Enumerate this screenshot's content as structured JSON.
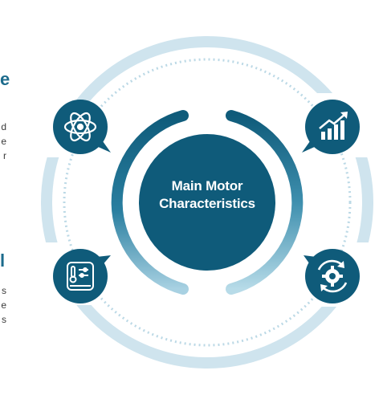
{
  "center": {
    "line1": "Main Motor",
    "line2": "Characteristics"
  },
  "left_edge": {
    "heading_top": "e",
    "text_top": [
      "d",
      "e",
      "r"
    ],
    "heading_bottom": "l",
    "text_bottom": [
      "s",
      "e",
      "s"
    ]
  },
  "features": [
    {
      "icon": "atom-icon"
    },
    {
      "icon": "growth-chart-icon"
    },
    {
      "icon": "control-panel-icon"
    },
    {
      "icon": "gear-cycle-icon"
    }
  ],
  "colors": {
    "primary": "#0f5b7a",
    "ring_light": "#cde4ee",
    "dashed": "#bcd9e6",
    "white": "#ffffff"
  }
}
